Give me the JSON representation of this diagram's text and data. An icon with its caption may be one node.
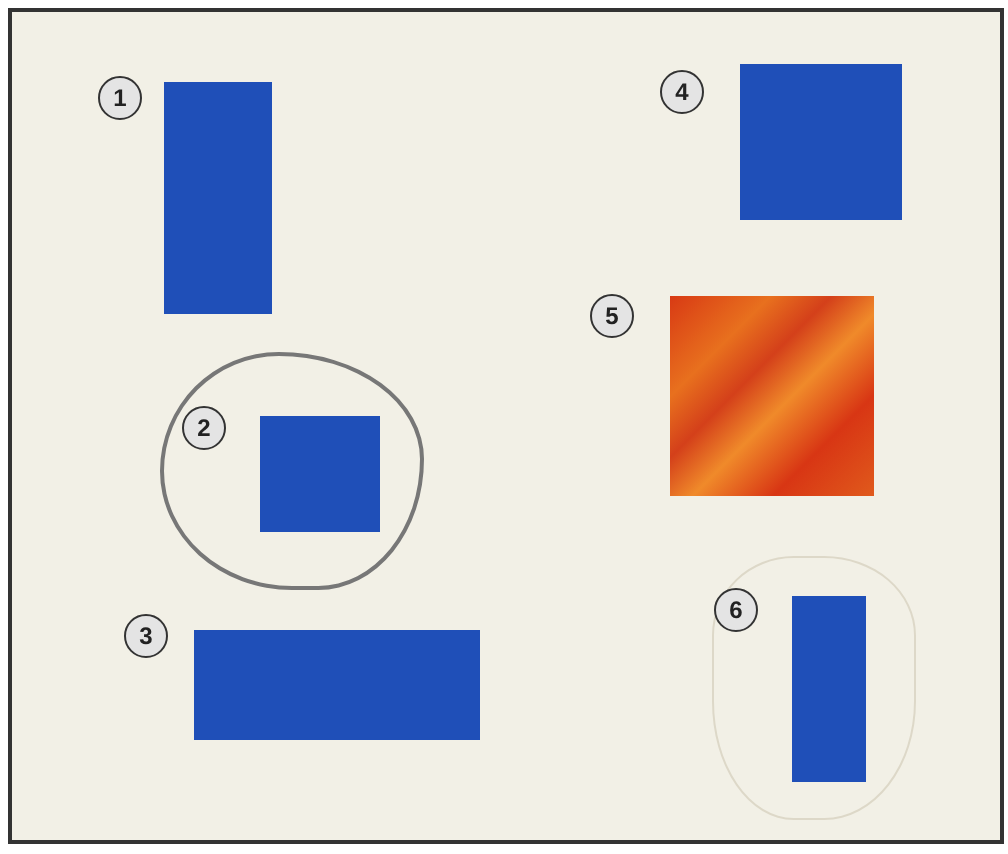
{
  "diagram": {
    "nodes": [
      {
        "text": [
          "1"
        ]
      },
      {
        "text": [],
        "shape": "box"
      },
      {
        "text": [
          "4"
        ]
      },
      {
        "text": [],
        "shape": "box"
      },
      {
        "text": [
          "5"
        ]
      },
      {
        "text": [],
        "shape": "box"
      },
      {
        "text": [],
        "shape": "cloud"
      },
      {
        "text": [
          "2"
        ],
        "in": 6
      },
      {
        "text": [],
        "shape": "box",
        "in": 6
      },
      {
        "text": [
          "3"
        ]
      },
      {
        "text": [],
        "shape": "box"
      },
      {
        "text": [],
        "shape": "cloud"
      },
      {
        "text": [
          "6"
        ],
        "in": 11
      },
      {
        "text": [],
        "shape": "box",
        "in": 11
      }
    ]
  }
}
